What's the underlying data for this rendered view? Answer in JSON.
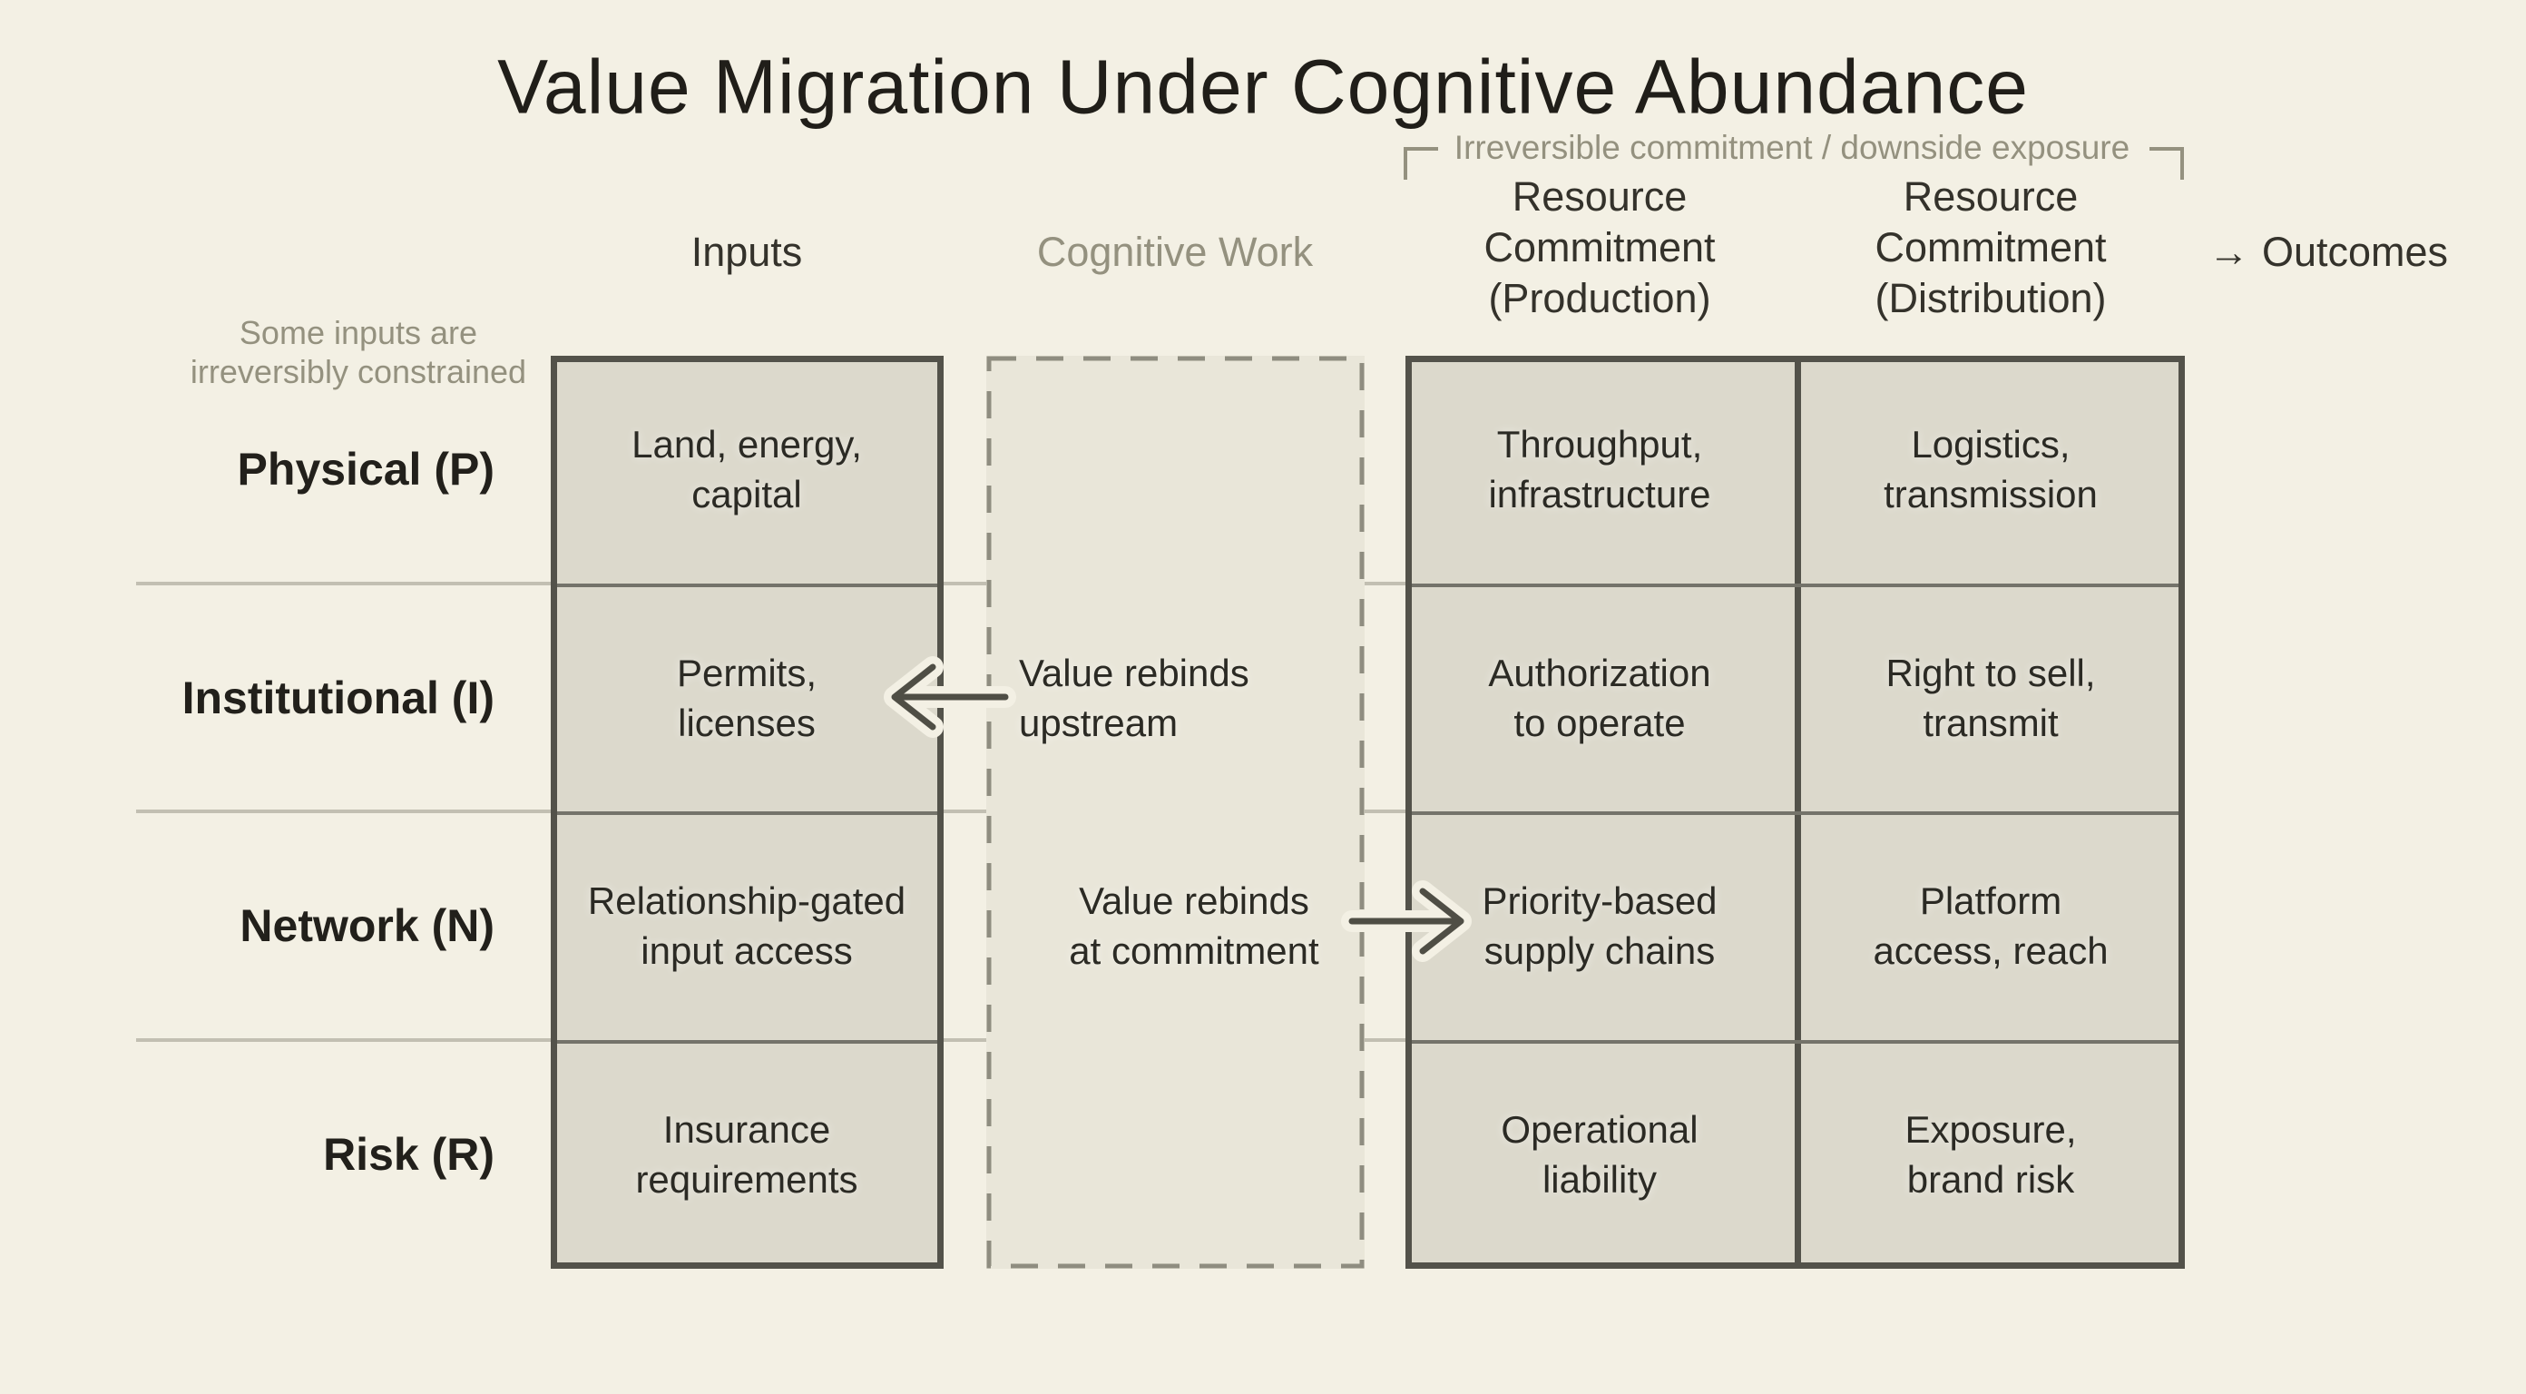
{
  "title": "Value Migration Under Cognitive Abundance",
  "bracket_label": "Irreversible commitment / downside exposure",
  "headers": {
    "inputs": "Inputs",
    "cognitive": "Cognitive Work",
    "production": "Resource\nCommitment\n(Production)",
    "distribution": "Resource\nCommitment\n(Distribution)",
    "outcomes_arrow": "→",
    "outcomes": "Outcomes"
  },
  "side_note": "Some inputs are\nirreversibly constrained",
  "rows": [
    {
      "label": "Physical (P)",
      "inputs": "Land, energy,\ncapital",
      "production": "Throughput,\ninfrastructure",
      "distribution": "Logistics,\ntransmission"
    },
    {
      "label": "Institutional (I)",
      "inputs": "Permits,\nlicenses",
      "production": "Authorization\nto operate",
      "distribution": "Right to sell,\ntransmit"
    },
    {
      "label": "Network (N)",
      "inputs": "Relationship-gated\ninput access",
      "production": "Priority-based\nsupply chains",
      "distribution": "Platform\naccess, reach"
    },
    {
      "label": "Risk (R)",
      "inputs": "Insurance\nrequirements",
      "production": "Operational\nliability",
      "distribution": "Exposure,\nbrand risk"
    }
  ],
  "cognitive_annotations": [
    {
      "text": "Value rebinds\nupstream",
      "direction": "left"
    },
    {
      "text": "Value rebinds\nat commitment",
      "direction": "right"
    }
  ],
  "colors": {
    "background": "#f3f0e4",
    "box_fill": "#dcd9cc",
    "cognitive_fill": "#e9e6d9",
    "box_border": "#53524a",
    "dashed_border": "#8f8d80",
    "divider_dark": "#74736a",
    "divider_light": "#c2bfb2",
    "arrow_color": "#4f4e45",
    "title_text": "#201e19",
    "heading_text": "#34322b",
    "muted_text": "#94917f",
    "cell_text": "#2b2a24",
    "label_text": "#22201b"
  }
}
